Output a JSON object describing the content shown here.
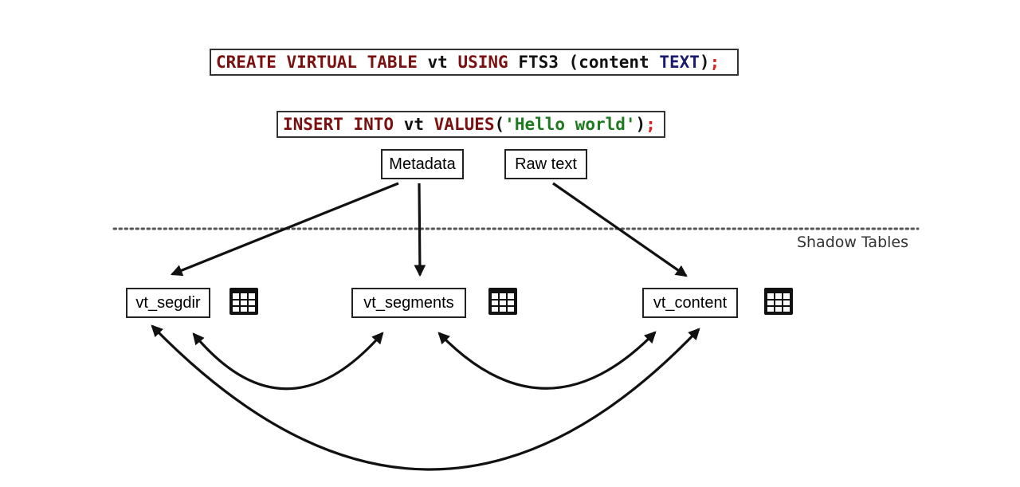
{
  "sql_create": {
    "tokens": [
      {
        "text": "CREATE VIRTUAL TABLE",
        "color": "#7a1010"
      },
      {
        "text": " vt ",
        "color": "#111111"
      },
      {
        "text": "USING",
        "color": "#7a1010"
      },
      {
        "text": " FTS3 (content ",
        "color": "#111111"
      },
      {
        "text": "TEXT",
        "color": "#1a1a6e"
      },
      {
        "text": ")",
        "color": "#111111"
      },
      {
        "text": ";",
        "color": "#e02020"
      }
    ]
  },
  "sql_insert": {
    "tokens": [
      {
        "text": "INSERT INTO",
        "color": "#7a1010"
      },
      {
        "text": " vt ",
        "color": "#111111"
      },
      {
        "text": "VALUES",
        "color": "#7a1010"
      },
      {
        "text": "(",
        "color": "#111111"
      },
      {
        "text": "'Hello world'",
        "color": "#1e7a1e"
      },
      {
        "text": ")",
        "color": "#111111"
      },
      {
        "text": ";",
        "color": "#e02020"
      }
    ]
  },
  "inputs": {
    "metadata": "Metadata",
    "raw_text": "Raw text"
  },
  "shadow_tables_label": "Shadow Tables",
  "tables": {
    "segdir": "vt_segdir",
    "segments": "vt_segments",
    "content": "vt_content"
  },
  "icons": {
    "table": "table-grid-icon"
  },
  "colors": {
    "line": "#111111",
    "divider": "#555555"
  }
}
